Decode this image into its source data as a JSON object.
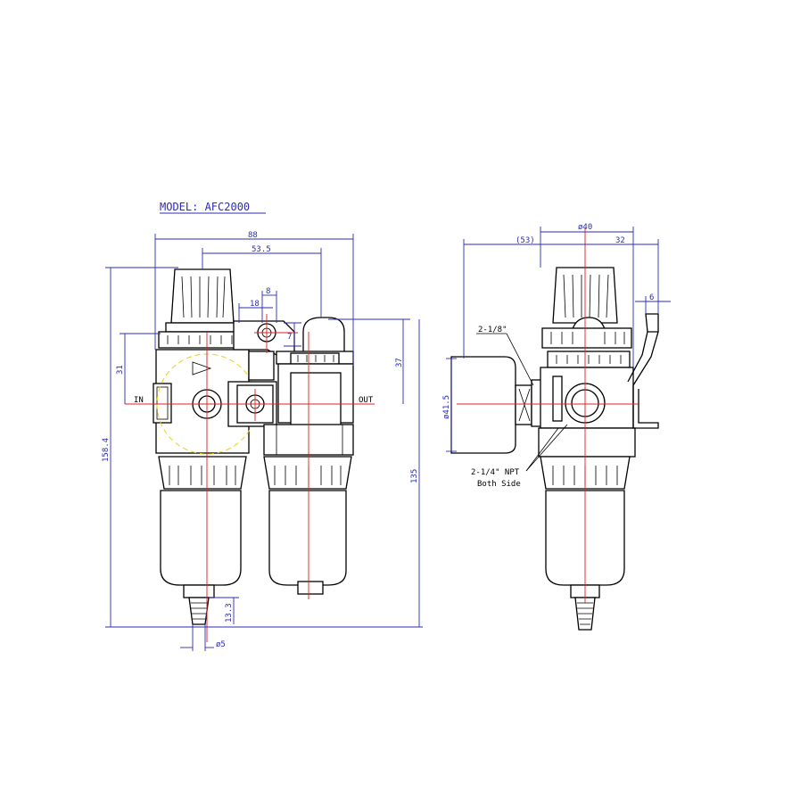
{
  "model_label": "MODEL: AFC2000",
  "colors": {
    "dimension": "#2b2bb8",
    "centerline": "#e02020",
    "outline": "#000000",
    "hidden": "#e8d020"
  },
  "front_view": {
    "dim_width_total": "88",
    "dim_center_distance": "53.5",
    "dim_gauge_port_pitch": "18",
    "dim_gauge_port_width": "8",
    "dim_gauge_port_height": "7",
    "dim_port_height_left": "31",
    "dim_port_height_right": "37",
    "dim_overall_height": "158.4",
    "dim_height_right": "135",
    "dim_drain_length": "13.3",
    "dim_drain_diameter": "ø5",
    "label_in": "IN",
    "label_out": "OUT"
  },
  "side_view": {
    "dim_body_width": "ø40",
    "dim_gauge_offset": "(53)",
    "dim_bracket_offset": "32",
    "dim_bracket_thickness": "6",
    "dim_gauge_diameter": "ø41.5",
    "label_gauge_thread": "2-1/8\"",
    "label_port_thread": "2-1/4\" NPT",
    "label_both_side": "Both Side"
  }
}
